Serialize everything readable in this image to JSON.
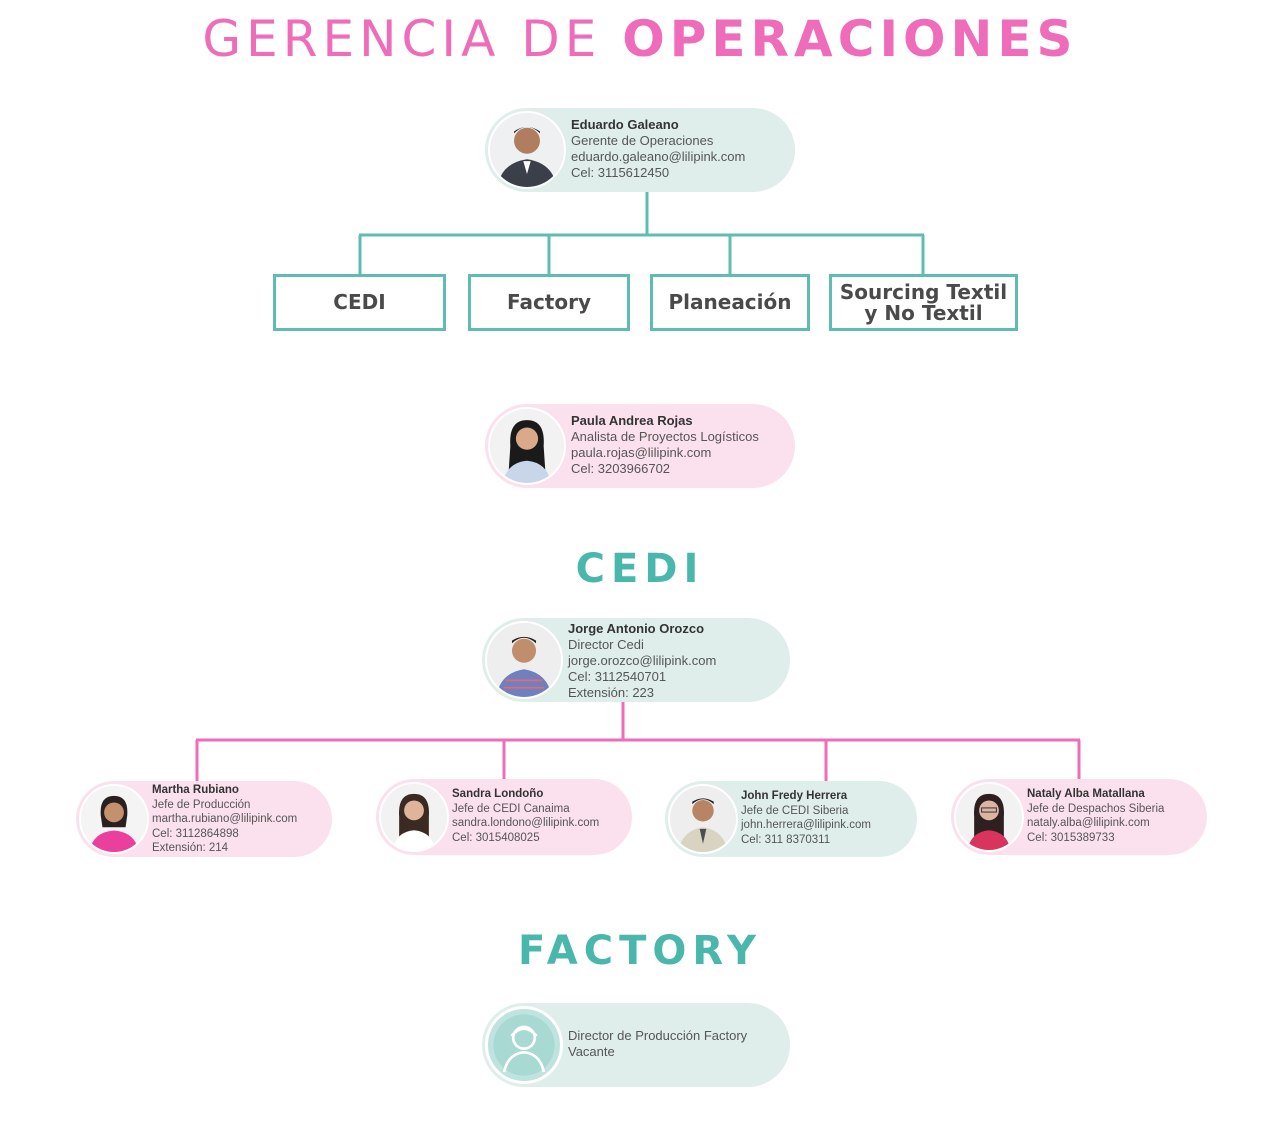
{
  "header": {
    "title_light": "GERENCIA DE",
    "title_bold": "OPERACIONES"
  },
  "manager": {
    "name": "Eduardo Galeano",
    "role": "Gerente de Operaciones",
    "email": "eduardo.galeano@lilipink.com",
    "phone": "Cel: 3115612450"
  },
  "departments": [
    {
      "label": "CEDI"
    },
    {
      "label": "Factory"
    },
    {
      "label": "Planeación"
    },
    {
      "label": "Sourcing Textil y No Textil"
    }
  ],
  "analyst": {
    "name": "Paula Andrea Rojas",
    "role": "Analista de Proyectos Logísticos",
    "email": "paula.rojas@lilipink.com",
    "phone": "Cel: 3203966702"
  },
  "cedi": {
    "section_title": "CEDI",
    "director": {
      "name": "Jorge Antonio Orozco",
      "role": "Director Cedi",
      "email": "jorge.orozco@lilipink.com",
      "phone": "Cel: 3112540701",
      "extension": "Extensión: 223"
    },
    "team": [
      {
        "name": "Martha Rubiano",
        "role": "Jefe de Producción",
        "email": "martha.rubiano@lilipink.com",
        "phone": "Cel: 3112864898",
        "extension": "Extensión: 214"
      },
      {
        "name": "Sandra Londoño",
        "role": "Jefe de CEDI Canaima",
        "email": "sandra.londono@lilipink.com",
        "phone": "Cel: 3015408025"
      },
      {
        "name": "John Fredy Herrera",
        "role": "Jefe de CEDI Siberia",
        "email": "john.herrera@lilipink.com",
        "phone": "Cel: 311 8370311"
      },
      {
        "name": "Nataly Alba Matallana",
        "role": "Jefe de Despachos Siberia",
        "email": "nataly.alba@lilipink.com",
        "phone": "Cel: 3015389733"
      }
    ]
  },
  "factory": {
    "section_title": "FACTORY",
    "director": {
      "role": "Director de Producción Factory",
      "status": "Vacante"
    }
  },
  "colors": {
    "pink": "#ee6cb9",
    "teal": "#4ab7ac",
    "teal_card": "#e0eeeb",
    "pink_card": "#fbe1ee"
  }
}
